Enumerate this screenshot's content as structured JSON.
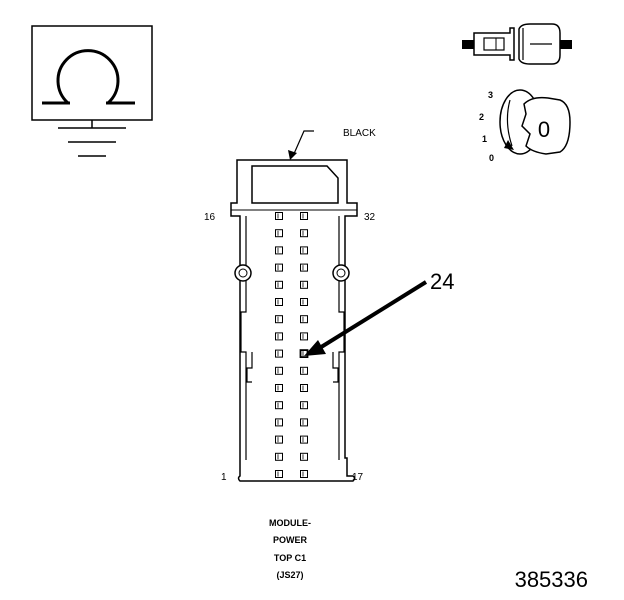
{
  "connector": {
    "color_label": "BLACK",
    "pin_labels": {
      "top_left": "16",
      "top_right": "32",
      "bottom_left": "1",
      "bottom_right": "17"
    },
    "callout_pin": "24",
    "pins_per_column": 16,
    "highlighted_row_index": 8,
    "name_lines": [
      "MODULE-",
      "POWER",
      "TOP C1",
      "(JS27)"
    ]
  },
  "key_switch": {
    "positions": [
      "3",
      "2",
      "1",
      "0"
    ],
    "key_label": "0"
  },
  "figure_number": "385336",
  "icon_names": [
    "ohm-meter-ground-icon",
    "connector-pin-terminals-icon",
    "ignition-key-switch-icon"
  ]
}
